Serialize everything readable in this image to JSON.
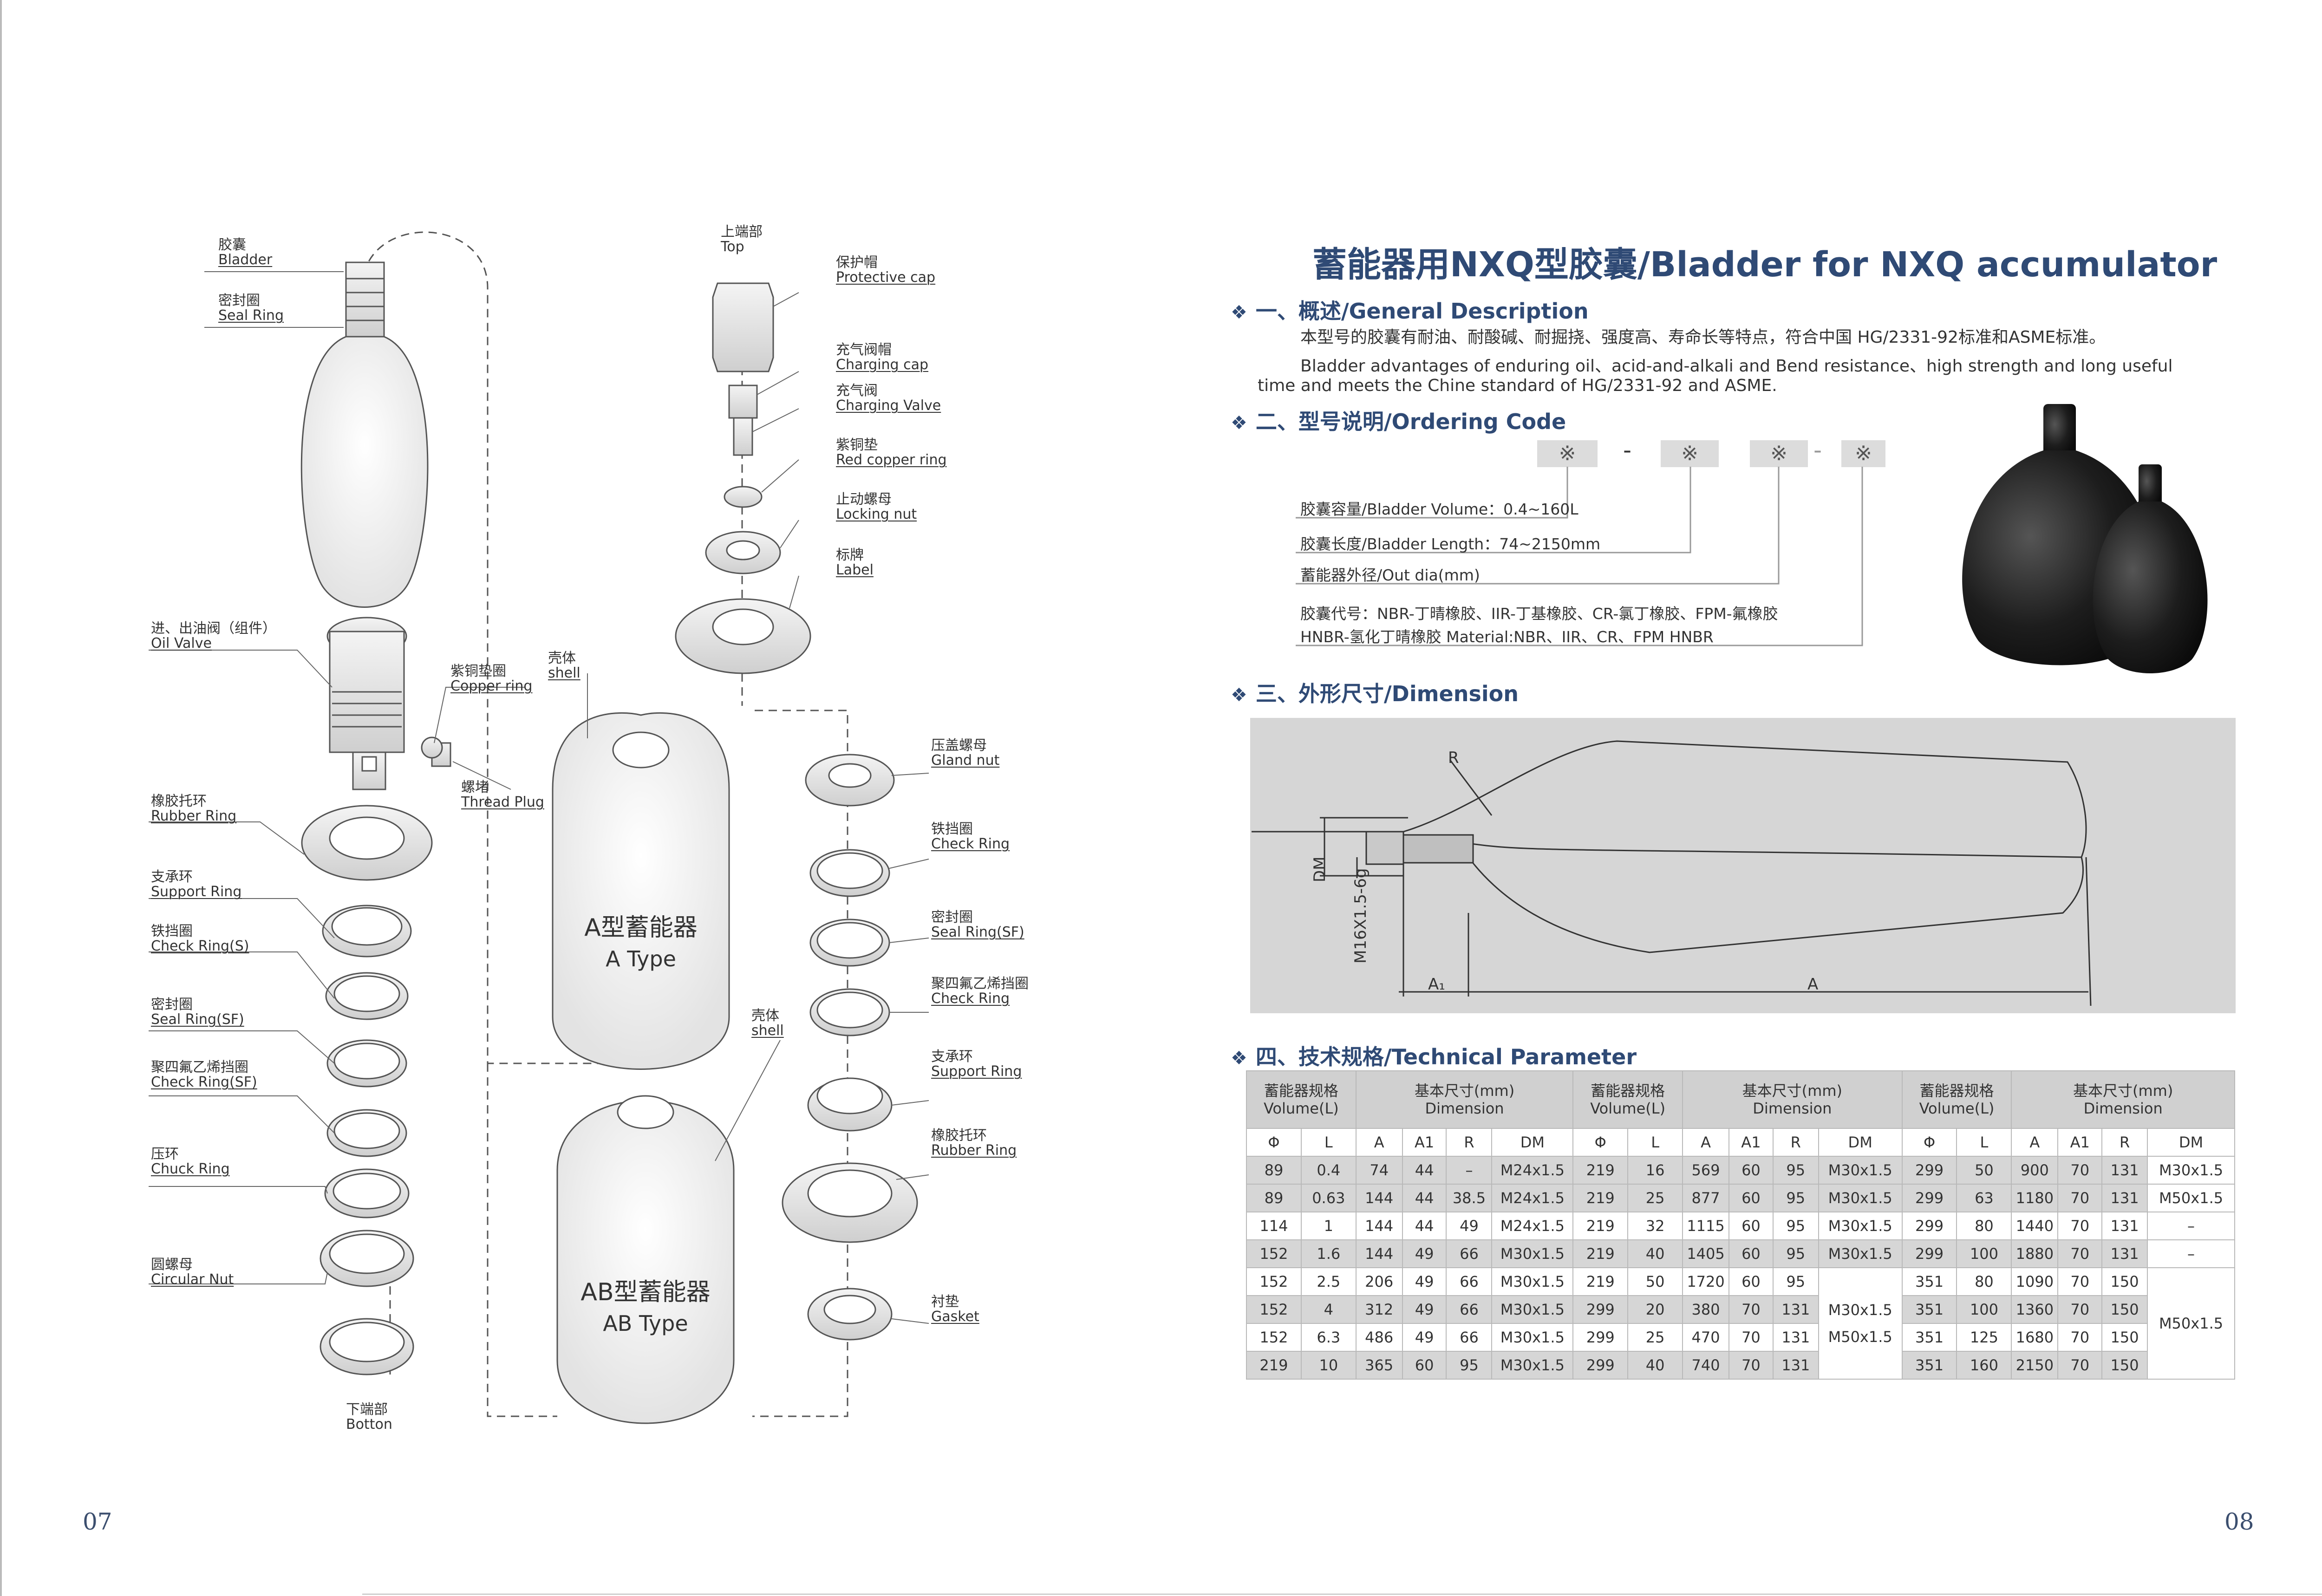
{
  "page_numbers": {
    "left": "07",
    "right": "08"
  },
  "diagram": {
    "labels": [
      {
        "id": "bladder",
        "zh": "胶囊",
        "en": "Bladder"
      },
      {
        "id": "seal-ring",
        "zh": "密封圈",
        "en": "Seal Ring"
      },
      {
        "id": "oil-valve",
        "zh": "进、出油阀（组件）",
        "en": "Oil Valve"
      },
      {
        "id": "copper-ring",
        "zh": "紫铜垫圈",
        "en": "Copper ring"
      },
      {
        "id": "thread-plug",
        "zh": "螺堵",
        "en": "Thread Plug"
      },
      {
        "id": "shell-a",
        "zh": "壳体",
        "en": "shell"
      },
      {
        "id": "rubber-ring-l",
        "zh": "橡胶托环",
        "en": "Rubber Ring"
      },
      {
        "id": "support-ring-l",
        "zh": "支承环",
        "en": "Support Ring"
      },
      {
        "id": "check-ring-s",
        "zh": "铁挡圈",
        "en": "Check Ring(S)"
      },
      {
        "id": "seal-ring-sf-l",
        "zh": "密封圈",
        "en": "Seal Ring(SF)"
      },
      {
        "id": "check-ring-sf",
        "zh": "聚四氟乙烯挡圈",
        "en": "Check Ring(SF)"
      },
      {
        "id": "chuck-ring",
        "zh": "压环",
        "en": "Chuck Ring"
      },
      {
        "id": "circular-nut",
        "zh": "圆螺母",
        "en": "Circular Nut"
      },
      {
        "id": "botton",
        "zh": "下端部",
        "en": "Botton"
      },
      {
        "id": "top",
        "zh": "上端部",
        "en": "Top"
      },
      {
        "id": "protective-cap",
        "zh": "保护帽",
        "en": "Protective cap"
      },
      {
        "id": "charging-cap",
        "zh": "充气阀帽",
        "en": "Charging cap"
      },
      {
        "id": "charging-valve",
        "zh": "充气阀",
        "en": "Charging Valve"
      },
      {
        "id": "red-copper-ring",
        "zh": "紫铜垫",
        "en": "Red copper ring"
      },
      {
        "id": "locking-nut",
        "zh": "止动螺母",
        "en": "Locking nut"
      },
      {
        "id": "label",
        "zh": "标牌",
        "en": "Label"
      },
      {
        "id": "gland-nut",
        "zh": "压盖螺母",
        "en": "Gland nut"
      },
      {
        "id": "check-ring-r",
        "zh": "铁挡圈",
        "en": "Check Ring"
      },
      {
        "id": "seal-ring-sf-r",
        "zh": "密封圈",
        "en": "Seal Ring(SF)"
      },
      {
        "id": "check-ring-r2",
        "zh": "聚四氟乙烯挡圈",
        "en": "Check Ring"
      },
      {
        "id": "shell-ab",
        "zh": "壳体",
        "en": "shell"
      },
      {
        "id": "support-ring-r",
        "zh": "支承环",
        "en": "Support Ring"
      },
      {
        "id": "rubber-ring-r",
        "zh": "橡胶托环",
        "en": "Rubber Ring"
      },
      {
        "id": "gasket",
        "zh": "衬垫",
        "en": "Gasket"
      }
    ],
    "a_type": {
      "zh": "A型蓄能器",
      "en": "A Type"
    },
    "ab_type": {
      "zh": "AB型蓄能器",
      "en": "AB Type"
    }
  },
  "right": {
    "title": "蓄能器用NXQ型胶囊/Bladder for NXQ accumulator",
    "sections": {
      "general": "一、概述/General Description",
      "ordering": "二、型号说明/Ordering Code",
      "dimension": "三、外形尺寸/Dimension",
      "technical": "四、技术规格/Technical Parameter"
    },
    "general_zh": "本型号的胶囊有耐油、耐酸碱、耐掘挠、强度高、寿命长等特点，符合中国 HG/2331-92标准和ASME标准。",
    "general_en_1": "Bladder advantages of enduring oil、acid-and-alkali and Bend resistance、high strength and long useful",
    "general_en_2": "time and meets the Chine standard of HG/2331-92 and ASME.",
    "code_symbol": "※",
    "code_dash": "-",
    "ordering_lines": [
      "胶囊容量/Bladder Volume：0.4~160L",
      "胶囊长度/Bladder Length：74~2150mm",
      "蓄能器外径/Out dia(mm)",
      "胶囊代号：NBR-丁晴橡胶、IIR-丁基橡胶、CR-氯丁橡胶、FPM-氟橡胶",
      "HNBR-氢化丁晴橡胶 Material:NBR、IIR、CR、FPM HNBR"
    ],
    "dim_labels": {
      "r": "R",
      "dm": "DM",
      "thread": "M16X1.5-6g",
      "a1": "A₁",
      "a": "A"
    }
  },
  "table": {
    "group_head": {
      "spec": "蓄能器规格\nVolume(L)",
      "dim": "基本尺寸(mm)\nDimension"
    },
    "spec_zh": "蓄能器规格",
    "spec_en": "Volume(L)",
    "dim_zh": "基本尺寸(mm)",
    "dim_en": "Dimension",
    "sub": [
      "Φ",
      "L",
      "A",
      "A1",
      "R",
      "DM"
    ],
    "rows": [
      [
        [
          "89",
          "0.4",
          "74",
          "44",
          "–",
          "M24x1.5"
        ],
        [
          "219",
          "16",
          "569",
          "60",
          "95",
          "M30x1.5"
        ],
        [
          "299",
          "50",
          "900",
          "70",
          "131",
          "M30x1.5"
        ]
      ],
      [
        [
          "89",
          "0.63",
          "144",
          "44",
          "38.5",
          "M24x1.5"
        ],
        [
          "219",
          "25",
          "877",
          "60",
          "95",
          "M30x1.5"
        ],
        [
          "299",
          "63",
          "1180",
          "70",
          "131",
          "M50x1.5"
        ]
      ],
      [
        [
          "114",
          "1",
          "144",
          "44",
          "49",
          "M24x1.5"
        ],
        [
          "219",
          "32",
          "1115",
          "60",
          "95",
          "M30x1.5"
        ],
        [
          "299",
          "80",
          "1440",
          "70",
          "131",
          "–"
        ]
      ],
      [
        [
          "152",
          "1.6",
          "144",
          "49",
          "66",
          "M30x1.5"
        ],
        [
          "219",
          "40",
          "1405",
          "60",
          "95",
          "M30x1.5"
        ],
        [
          "299",
          "100",
          "1880",
          "70",
          "131",
          "–"
        ]
      ],
      [
        [
          "152",
          "2.5",
          "206",
          "49",
          "66",
          "M30x1.5"
        ],
        [
          "219",
          "50",
          "1720",
          "60",
          "95",
          ""
        ],
        [
          "351",
          "80",
          "1090",
          "70",
          "150",
          ""
        ]
      ],
      [
        [
          "152",
          "4",
          "312",
          "49",
          "66",
          "M30x1.5"
        ],
        [
          "299",
          "20",
          "380",
          "70",
          "131",
          "M30x1.5"
        ],
        [
          "351",
          "100",
          "1360",
          "70",
          "150",
          "M50x1.5"
        ]
      ],
      [
        [
          "152",
          "6.3",
          "486",
          "49",
          "66",
          "M30x1.5"
        ],
        [
          "299",
          "25",
          "470",
          "70",
          "131",
          "M50x1.5"
        ],
        [
          "351",
          "125",
          "1680",
          "70",
          "150",
          ""
        ]
      ],
      [
        [
          "219",
          "10",
          "365",
          "60",
          "95",
          "M30x1.5"
        ],
        [
          "299",
          "40",
          "740",
          "70",
          "131",
          ""
        ],
        [
          "351",
          "160",
          "2150",
          "70",
          "150",
          ""
        ]
      ]
    ]
  }
}
